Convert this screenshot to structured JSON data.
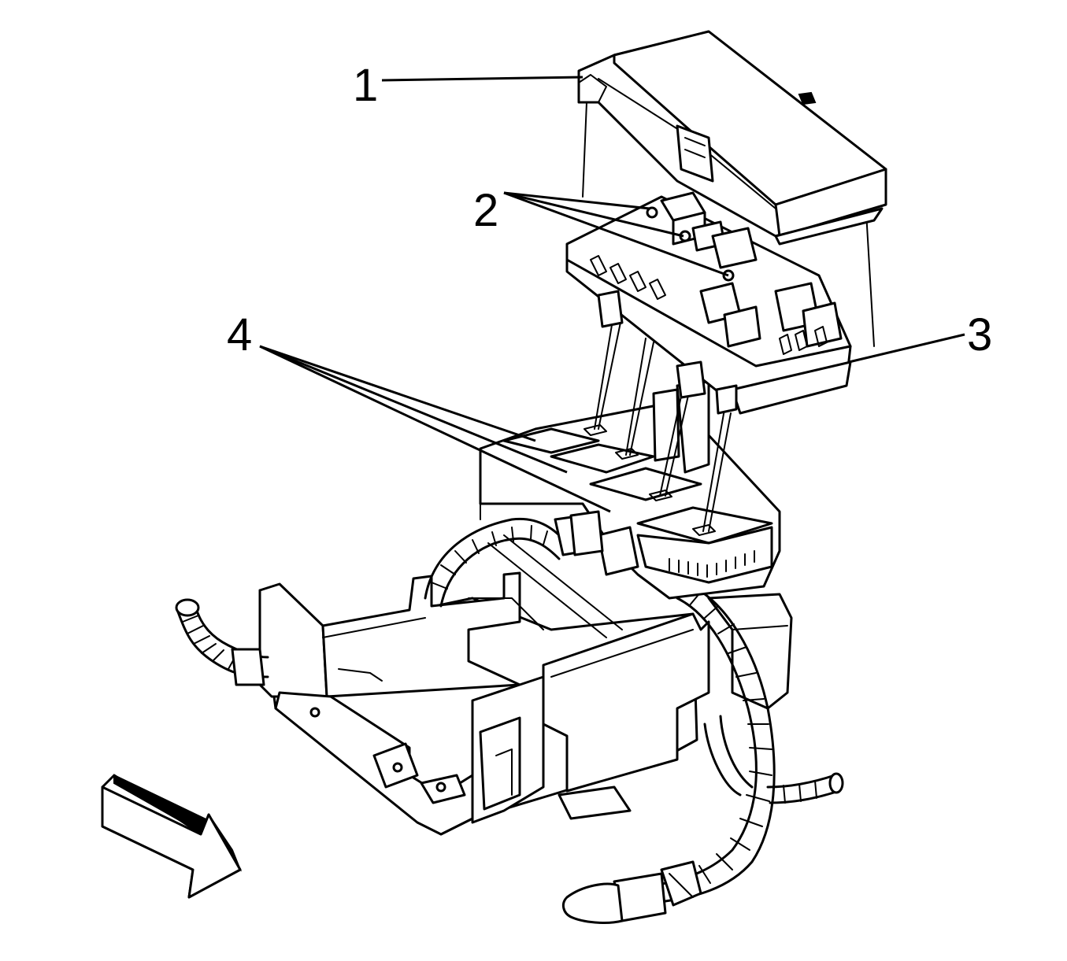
{
  "callouts": [
    {
      "id": "1",
      "label": "1"
    },
    {
      "id": "2",
      "label": "2"
    },
    {
      "id": "3",
      "label": "3"
    },
    {
      "id": "4",
      "label": "4"
    }
  ],
  "colors": {
    "line": "#000000",
    "background": "#ffffff"
  },
  "icons": {
    "direction_arrow": "forward-arrow-icon"
  }
}
